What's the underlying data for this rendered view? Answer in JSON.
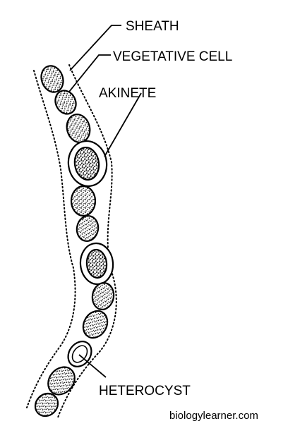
{
  "diagram": {
    "labels": {
      "sheath": "SHEATH",
      "vegetative_cell": "VEGETATIVE CELL",
      "akinete": "AKINETE",
      "heterocyst": "HETEROCYST"
    },
    "watermark": "biologylearner.com",
    "colors": {
      "ink": "#000000",
      "background": "#ffffff"
    }
  }
}
